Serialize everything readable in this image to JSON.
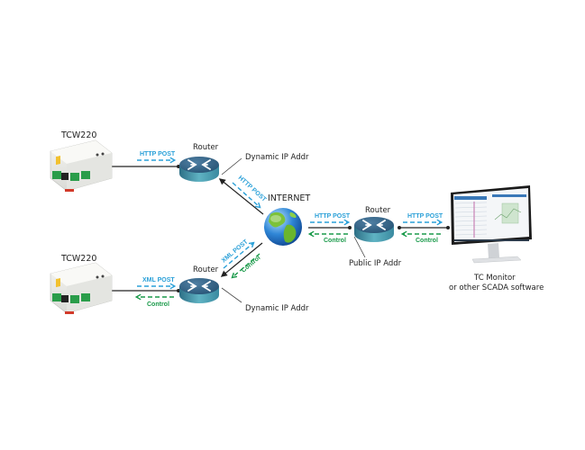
{
  "diagram": {
    "nodes": {
      "device_top": {
        "label": "TCW220",
        "icon": "controller-module-icon"
      },
      "device_bottom": {
        "label": "TCW220",
        "icon": "controller-module-icon"
      },
      "router_top": {
        "label": "Router",
        "note": "Dynamic IP Addr",
        "icon": "router-icon"
      },
      "router_bottom": {
        "label": "Router",
        "note": "Dynamic IP Addr",
        "icon": "router-icon"
      },
      "internet": {
        "label": "INTERNET",
        "icon": "globe-icon"
      },
      "router_public": {
        "label": "Router",
        "note": "Public IP Addr",
        "icon": "router-icon"
      },
      "monitor": {
        "label_line1": "TC Monitor",
        "label_line2": "or other SCADA software",
        "icon": "monitor-icon"
      }
    },
    "links": {
      "device_top_to_router": {
        "forward": "HTTP POST"
      },
      "router_top_to_internet": {
        "forward": "HTTP POST"
      },
      "device_bottom_to_router": {
        "forward": "XML POST",
        "reverse": "Control"
      },
      "router_bottom_to_internet": {
        "forward": "XML POST",
        "reverse": "Control"
      },
      "internet_to_public_router": {
        "forward": "HTTP POST",
        "reverse": "Control"
      },
      "public_router_to_monitor": {
        "forward": "HTTP POST",
        "reverse": "Control"
      }
    },
    "colors": {
      "post_arrow": "#2aa0d8",
      "control_arrow": "#1a9a4a",
      "link_line": "#222222",
      "router_top": "#2f5f80",
      "router_side": "#4a9db0"
    }
  }
}
